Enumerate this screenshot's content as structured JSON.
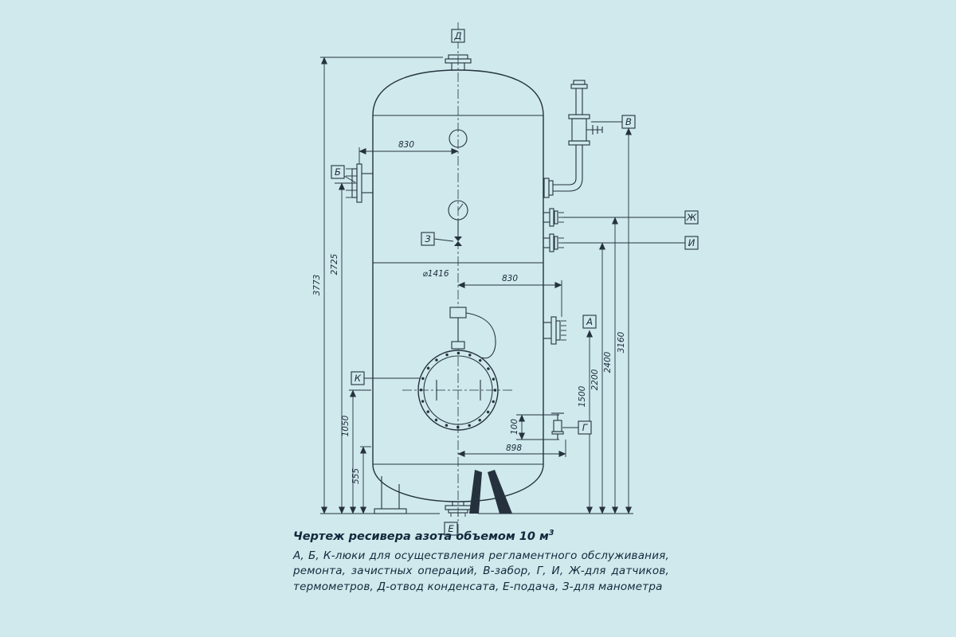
{
  "colors": {
    "background": "#cfe9ec",
    "ink": "#25323e",
    "text": "#14283c"
  },
  "labels": {
    "d": "Д",
    "b": "Б",
    "v": "В",
    "zh": "Ж",
    "i": "И",
    "z": "З",
    "a": "А",
    "k": "К",
    "g": "Г",
    "e": "Е"
  },
  "dims": {
    "top_offset": "830",
    "right_offset": "830",
    "diameter": "⌀1416",
    "h_total": "3773",
    "h_b": "2725",
    "h_manhole": "1050",
    "h_lower": "555",
    "h_v": "3160",
    "h_zh": "2400",
    "h_i": "2200",
    "h_a": "1500",
    "h_g": "100",
    "g_offset": "898"
  },
  "caption": {
    "title": "Чертеж ресивера азота объемом 10 м",
    "title_sup": "3",
    "description": "А, Б, К-люки для осуществления регламентного обслуживания, ремонта, зачистных операций, В-забор, Г, И, Ж-для датчиков, термометров, Д-отвод конденсата, Е-подача, З-для манометра"
  }
}
